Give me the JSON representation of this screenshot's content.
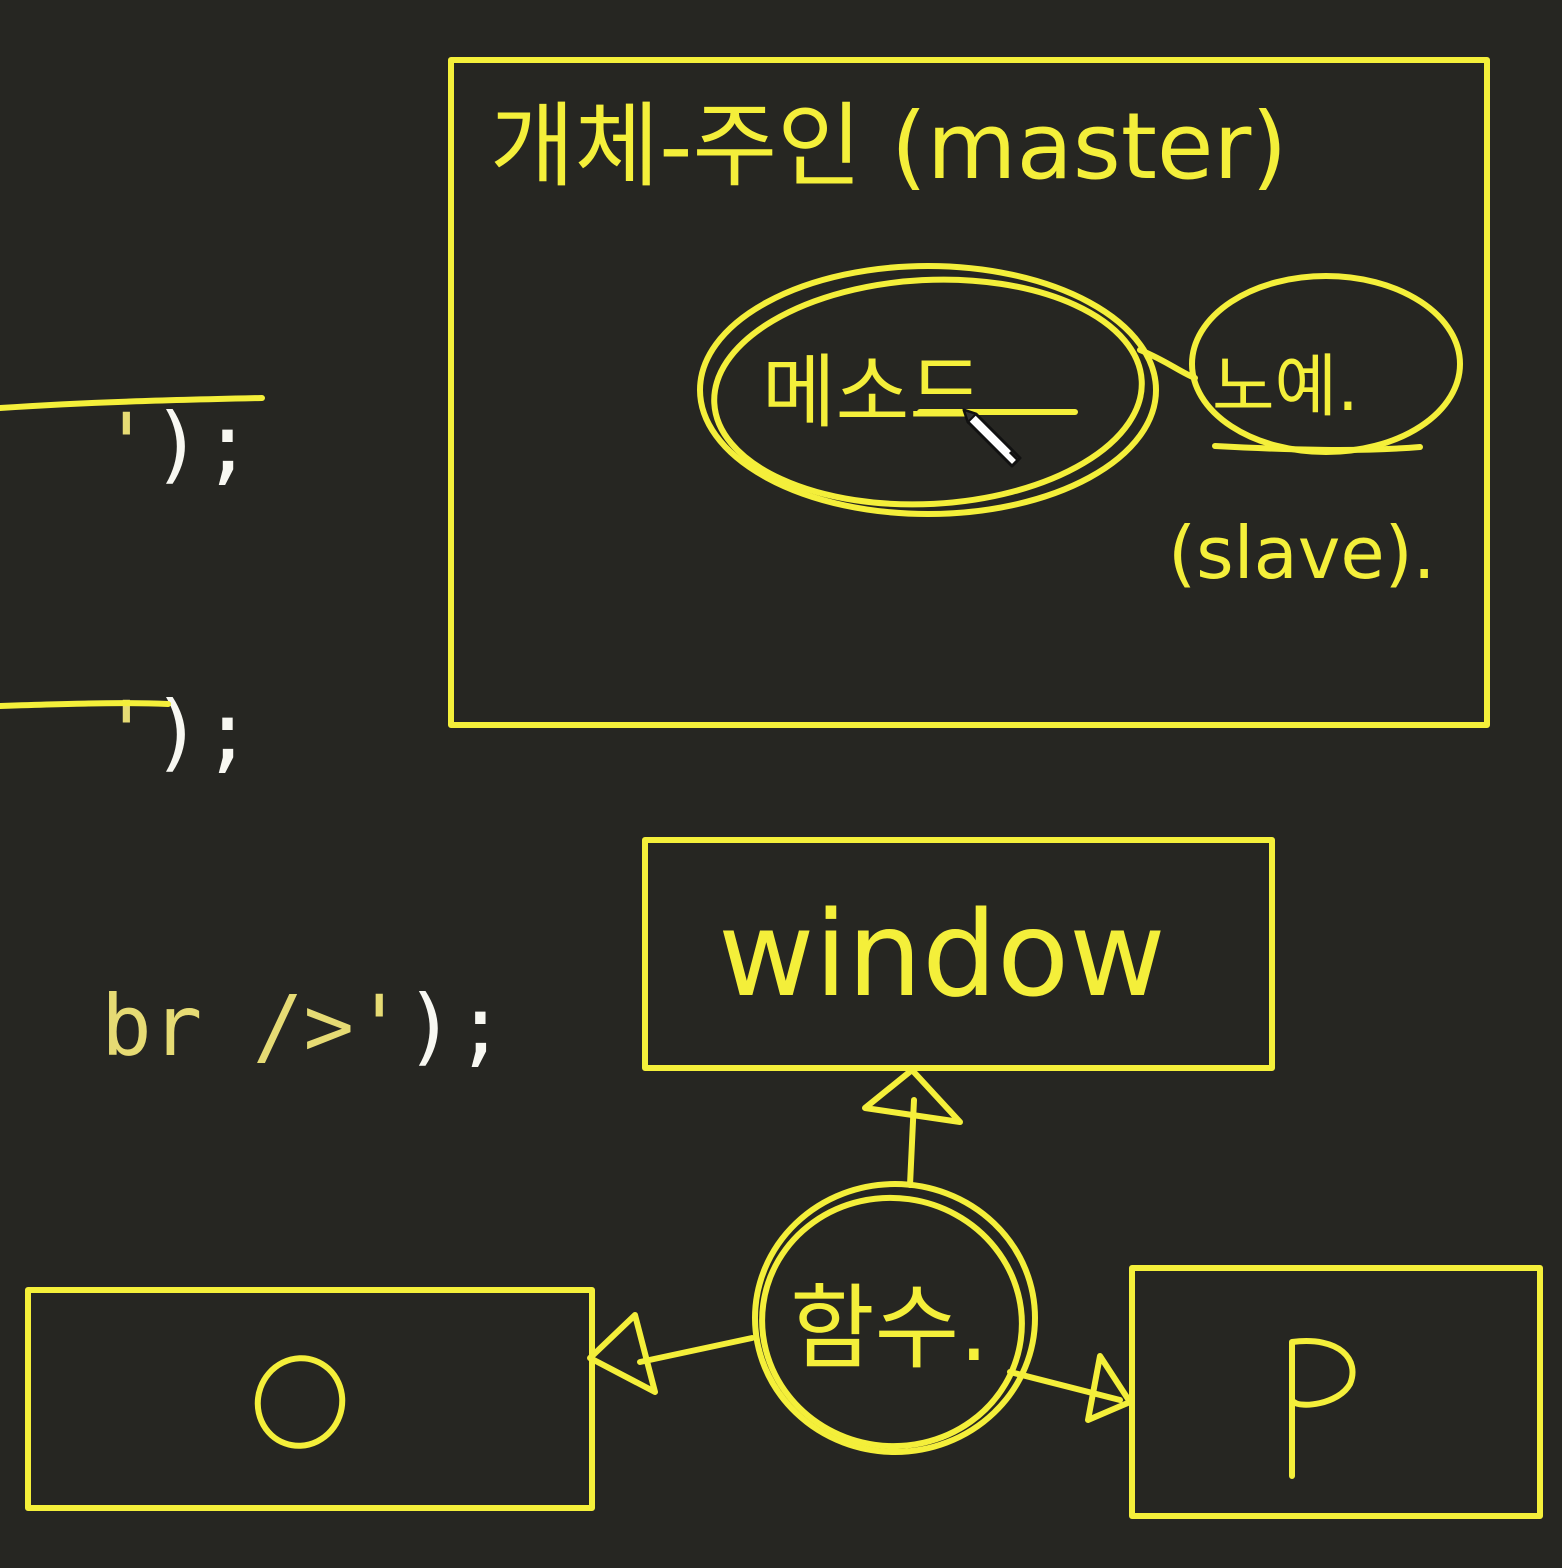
{
  "code_fragments": [
    {
      "text": "');"
    },
    {
      "text": "');"
    },
    {
      "text": "br />');"
    }
  ],
  "diagram": {
    "title": "개체-주인 (master)",
    "method_label": "메소드",
    "slave_label": "노예.",
    "slave_english": "(slave).",
    "top_box_label": "window",
    "center_label": "함수.",
    "left_box_label": "O",
    "right_box_label": "P"
  },
  "colors": {
    "background": "#262622",
    "pen": "#f4ef3a",
    "code_text": "#f8f8f2",
    "code_string": "#e6db74"
  },
  "icons": {
    "cursor": "pencil-cursor-icon"
  }
}
